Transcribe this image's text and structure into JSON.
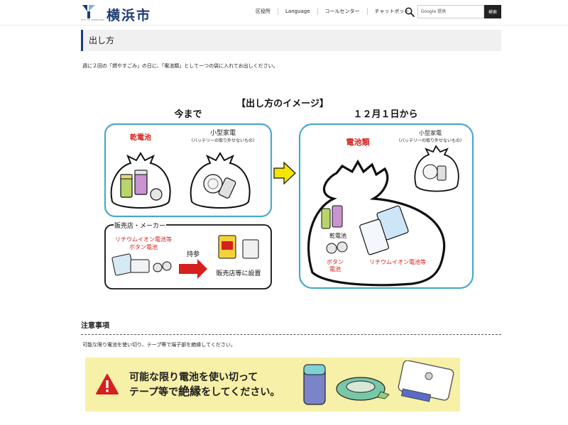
{
  "header": {
    "logo_text": "横浜市",
    "logo_sub": "CITY OF YOKOHAMA",
    "nav": [
      "区役所",
      "Language",
      "コールセンター",
      "チャットボット"
    ],
    "search_placeholder": "Google 提供",
    "search_button": "検索"
  },
  "page": {
    "title": "出し方",
    "lead": "週に２回の「燃やすごみ」の日に、「電池類」として一つの袋に入れてお出しください。"
  },
  "illustration": {
    "heading": "【出し方のイメージ】",
    "before_label": "今まで",
    "after_label": "１２月１日から",
    "before_battery": "乾電池",
    "before_appliance": "小型家電",
    "before_appliance_note": "（バッテリーの取り外せないもの）",
    "retailer_title": "販売店・メーカー",
    "retailer_items_1": "リチウムイオン電池等",
    "retailer_items_2": "ボタン電池",
    "bring": "持参",
    "retailer_box": "販売店等に設置",
    "after_bag_label": "電池類",
    "after_appliance": "小型家電",
    "after_appliance_note": "（バッテリーの取り外せないもの）",
    "after_item_dry": "乾電池",
    "after_item_button_1": "ボタン",
    "after_item_button_2": "電池",
    "after_item_lithium": "リチウムイオン電池等"
  },
  "caution": {
    "heading": "注意事項",
    "body": "可能な限り電池を使い切り、テープ等で端子部を絶縁してください。",
    "banner_line1": "可能な限り電池を使い切って",
    "banner_line2_a": "テープ等で",
    "banner_line2_b": "絶縁",
    "banner_line2_c": "をしてください。"
  },
  "colors": {
    "brand": "#1d3b73",
    "panel_border": "#4aa8cf",
    "red": "#d6201f",
    "arrow_yellow": "#f4e400",
    "banner_bg": "#f6f0a8"
  },
  "icons": [
    "yokohama-logo-icon",
    "search-icon",
    "warning-icon",
    "right-arrow-icon"
  ]
}
